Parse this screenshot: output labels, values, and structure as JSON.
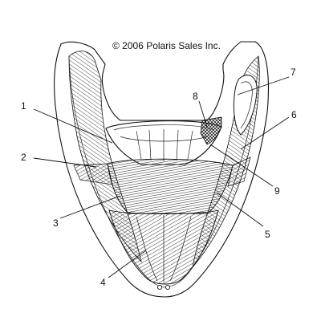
{
  "copyright": "© 2006 Polaris Sales Inc.",
  "callouts": [
    {
      "id": "1",
      "label": "1"
    },
    {
      "id": "2",
      "label": "2"
    },
    {
      "id": "3",
      "label": "3"
    },
    {
      "id": "4",
      "label": "4"
    },
    {
      "id": "5",
      "label": "5"
    },
    {
      "id": "6",
      "label": "6"
    },
    {
      "id": "7",
      "label": "7"
    },
    {
      "id": "8",
      "label": "8"
    },
    {
      "id": "9",
      "label": "9"
    }
  ]
}
